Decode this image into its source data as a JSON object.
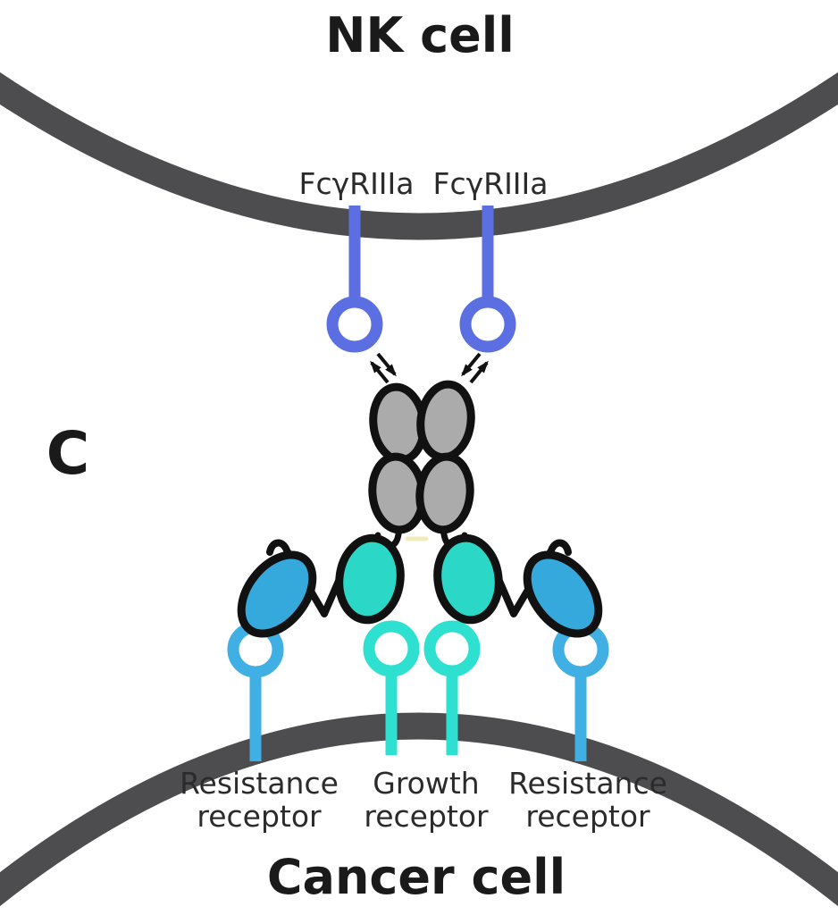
{
  "panel_label": "C",
  "nk_cell": {
    "title": "NK cell",
    "receptor_labels": {
      "left": "FcγRIIIa",
      "right": "FcγRIIIa"
    }
  },
  "antibody": {
    "regions": [
      "Fc-region-gray",
      "growth-binding-fab-teal",
      "resistance-binding-fab-blue"
    ],
    "interaction_arrows": "FcγRIIIa–Fc engagement arrows"
  },
  "cancer_cell": {
    "title": "Cancer cell",
    "receptor_labels": {
      "left": {
        "line1": "Resistance",
        "line2": "receptor"
      },
      "center": {
        "line1": "Growth",
        "line2": "receptor"
      },
      "right": {
        "line1": "Resistance",
        "line2": "receptor"
      }
    }
  },
  "colors": {
    "membrane": "#4D4D4F",
    "nk_receptor": "#5B6FE3",
    "antibody_fc_fill": "#ABABAB",
    "antibody_outline": "#111111",
    "fab_inner_fill": "#2BD8C8",
    "fab_outer_fill": "#35A8DC",
    "growth_receptor": "#2EE0D0",
    "resistance_receptor": "#3FAFE4",
    "hinge_bond": "#F0ECBB",
    "title_text": "#1A1A1A",
    "label_text": "#2B2B2B",
    "background": "#FFFFFF"
  }
}
